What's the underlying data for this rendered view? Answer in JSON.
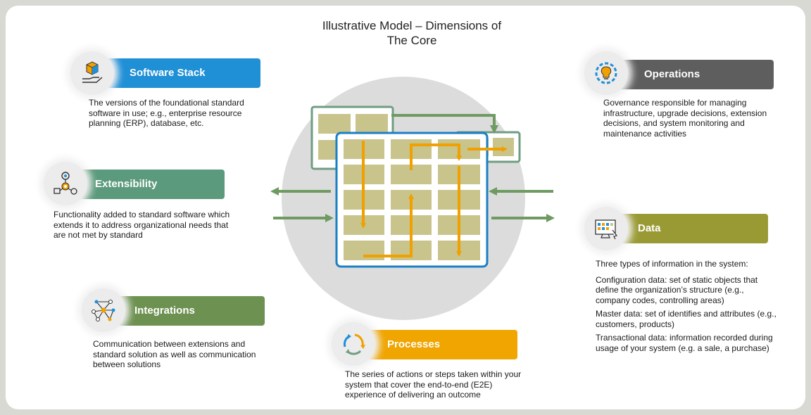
{
  "title": {
    "line1": "Illustrative Model – Dimensions of",
    "line2": "The Core"
  },
  "colors": {
    "software_stack": "#1f8fd6",
    "extensibility": "#5b9a7c",
    "integrations": "#6d9150",
    "processes": "#f0a500",
    "operations": "#5e5e5e",
    "data": "#9a9a35",
    "cell": "#c9c48c",
    "frame_green": "#6f9d82",
    "frame_blue": "#1b7fc4",
    "arrow_orange": "#f0a000",
    "arrow_green": "#6f9a62"
  },
  "dimensions": {
    "software_stack": {
      "label": "Software Stack",
      "icon": "cube-in-hand-icon",
      "desc": "The versions of the foundational standard software in use; e.g., enterprise resource planning (ERP), database, etc."
    },
    "extensibility": {
      "label": "Extensibility",
      "icon": "gear-network-icon",
      "desc": "Functionality added to standard software which extends it to address organizational needs that are not met by standard"
    },
    "integrations": {
      "label": "Integrations",
      "icon": "network-nodes-icon",
      "desc": "Communication between extensions and standard solution as well as communication between solutions"
    },
    "processes": {
      "label": "Processes",
      "icon": "cycle-arrows-icon",
      "desc": "The series of actions or steps taken within your system that cover the end-to-end (E2E) experience of delivering an outcome"
    },
    "operations": {
      "label": "Operations",
      "icon": "lightbulb-gear-icon",
      "desc": "Governance responsible for managing infrastructure, upgrade decisions, extension decisions, and system monitoring and maintenance activities"
    },
    "data": {
      "label": "Data",
      "icon": "monitor-chart-icon",
      "intro": "Three types of information in the system:",
      "config": "Configuration data: set of static objects that define the organization’s structure (e.g., company codes, controlling areas)",
      "master": "Master data: set of identifies and attributes (e.g., customers, products)",
      "transactional": "Transactional data: information recorded during usage of your system (e.g. a sale, a purchase)"
    }
  }
}
